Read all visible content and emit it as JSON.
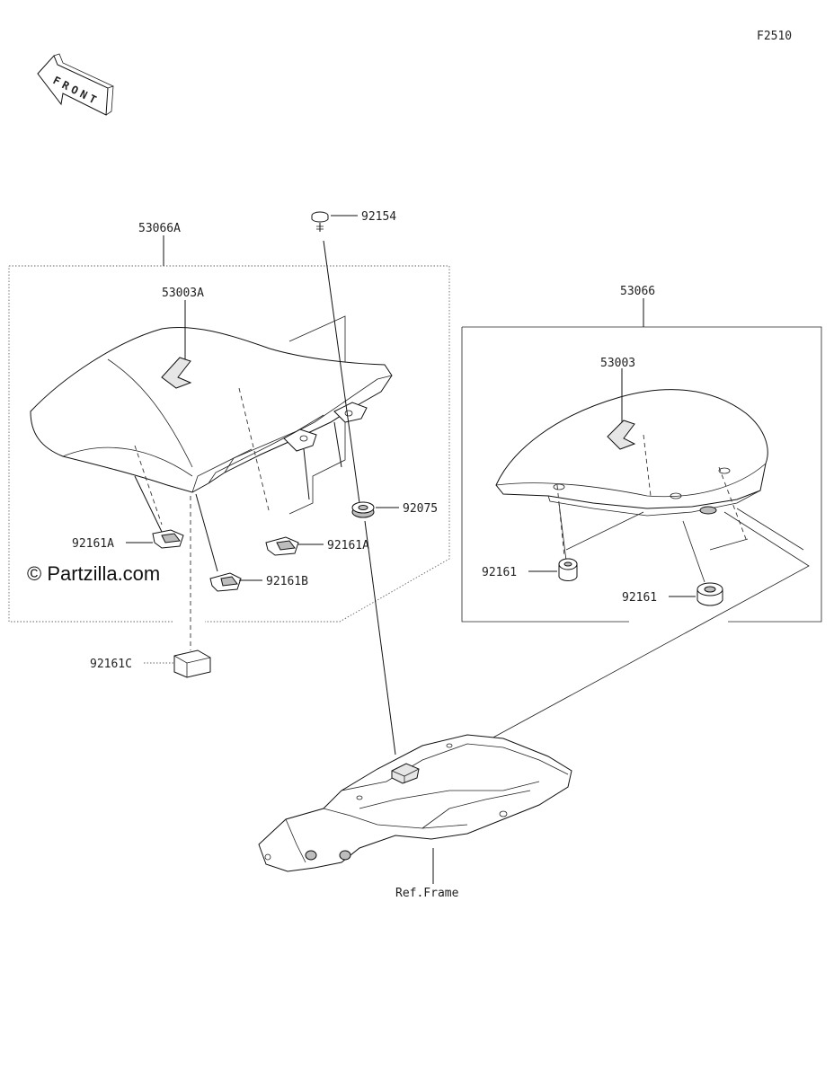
{
  "diagram": {
    "figure_code": "F2510",
    "front_arrow": "FRONT",
    "watermark": "© Partzilla.com",
    "labels": {
      "l_53066A": "53066A",
      "l_53003A": "53003A",
      "l_92154": "92154",
      "l_92075": "92075",
      "l_92161A_left": "92161A",
      "l_92161A_mid": "92161A",
      "l_92161B": "92161B",
      "l_92161C": "92161C",
      "l_53066": "53066",
      "l_53003": "53003",
      "l_92161_left": "92161",
      "l_92161_right": "92161",
      "l_ref_frame": "Ref.Frame"
    }
  }
}
